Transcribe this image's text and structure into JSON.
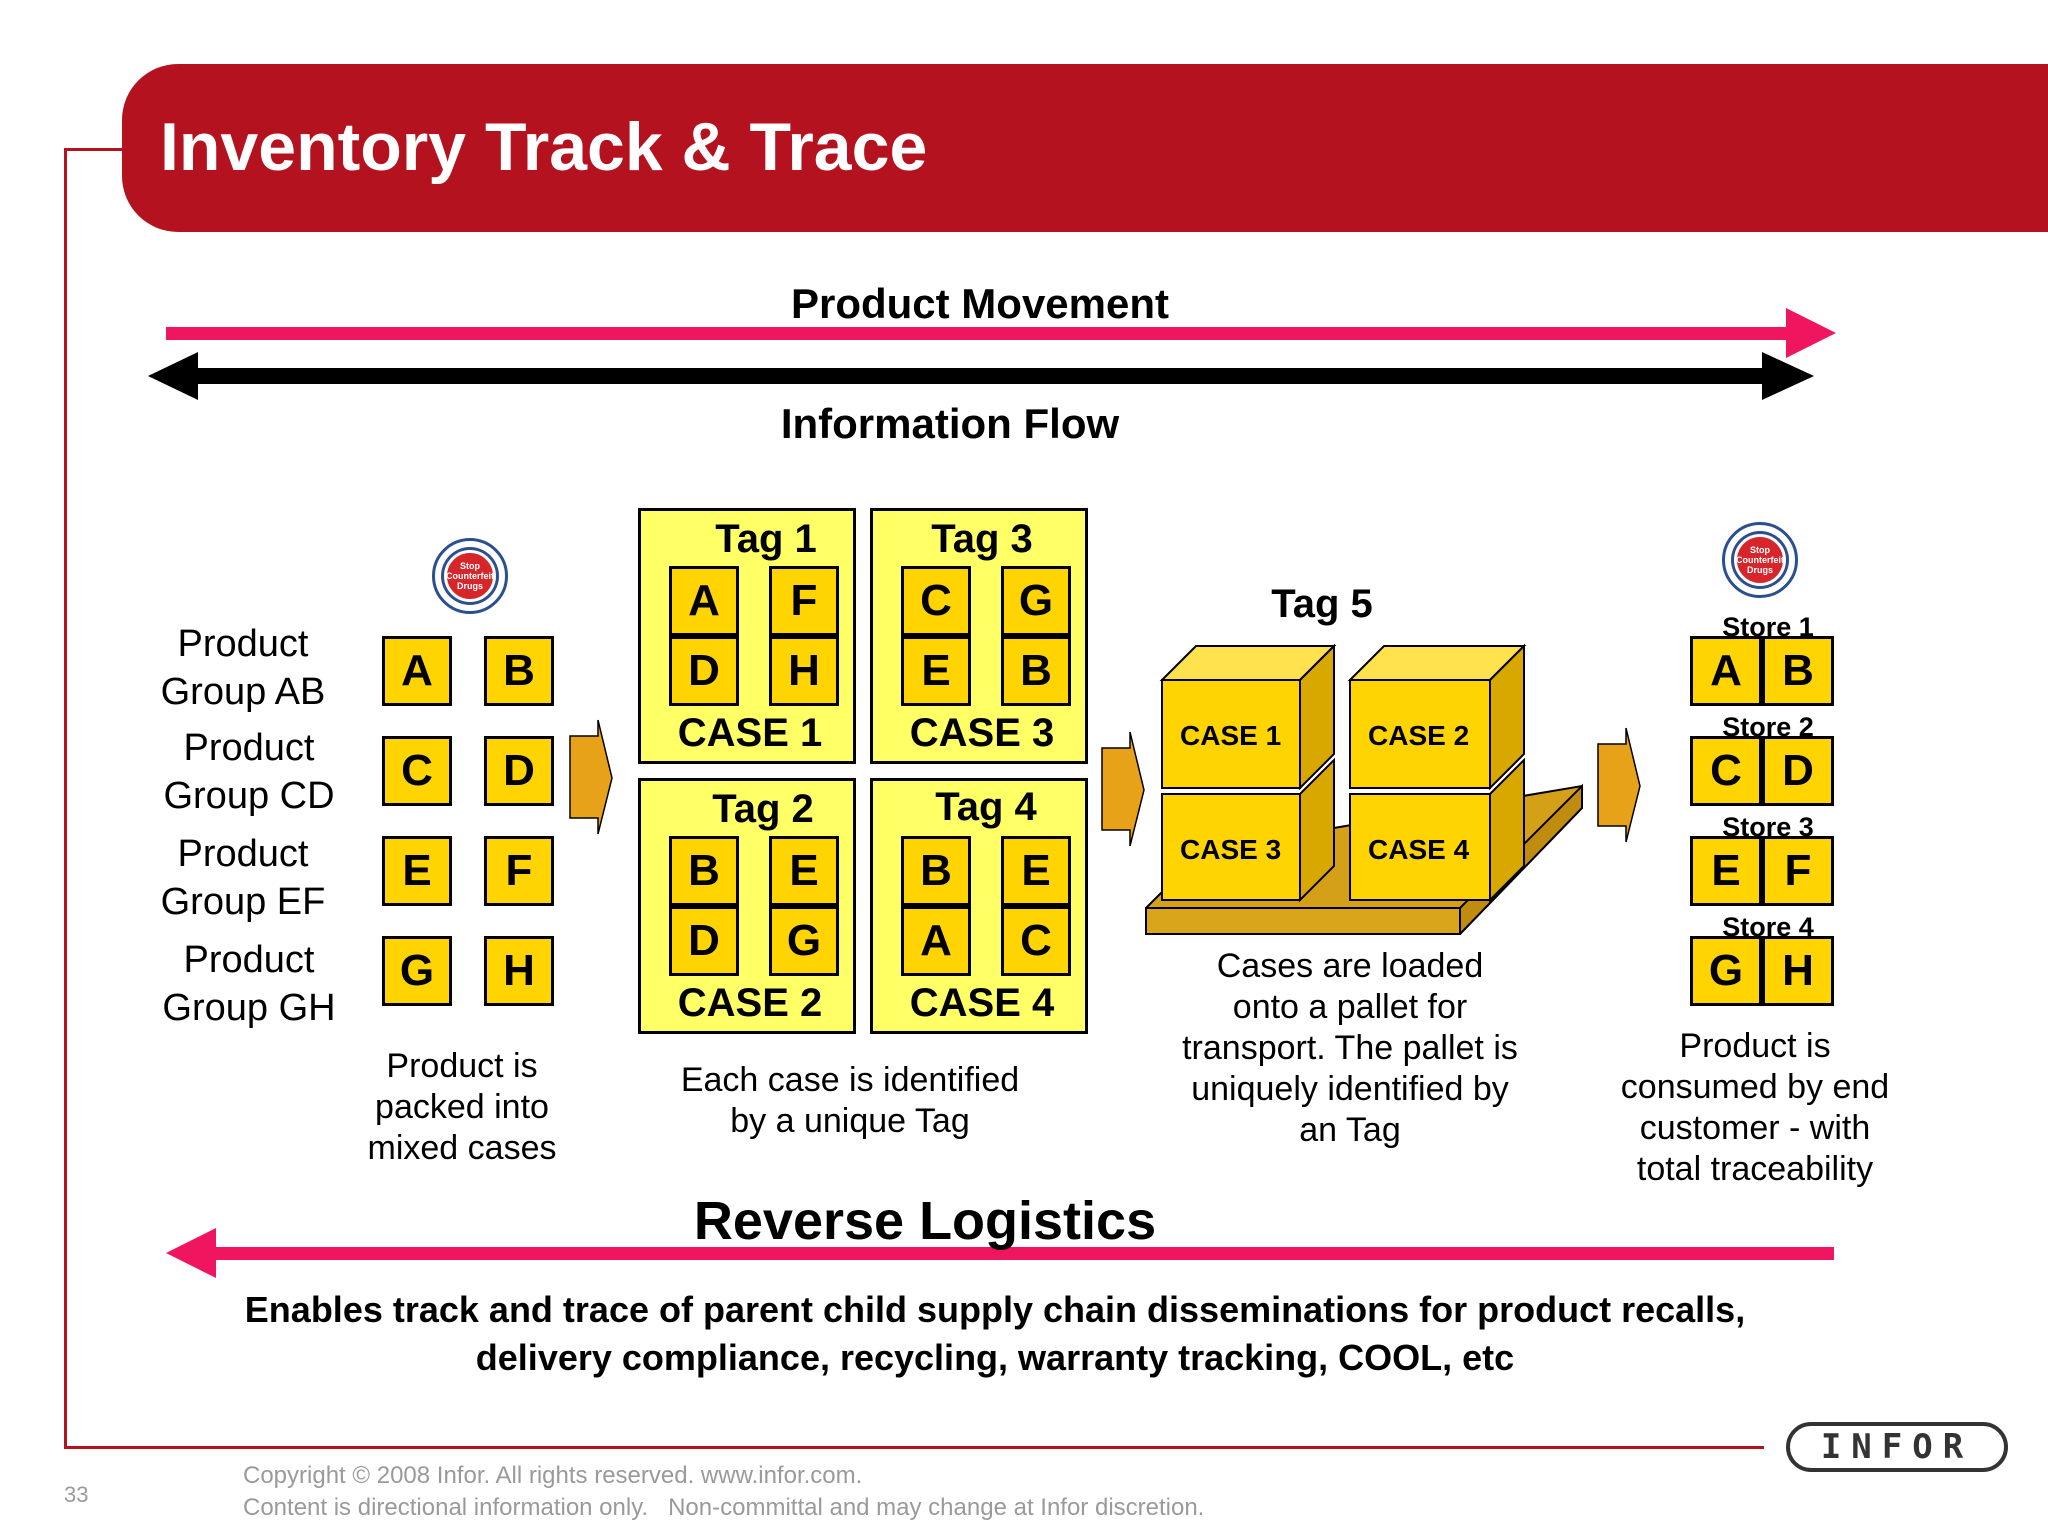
{
  "header": {
    "title": "Inventory Track & Trace"
  },
  "flow": {
    "product_movement": "Product Movement",
    "information_flow": "Information Flow",
    "reverse_logistics": "Reverse Logistics"
  },
  "product_groups": [
    {
      "label_line1": "Product",
      "label_line2": "Group AB",
      "items": [
        "A",
        "B"
      ]
    },
    {
      "label_line1": "Product",
      "label_line2": "Group CD",
      "items": [
        "C",
        "D"
      ]
    },
    {
      "label_line1": "Product",
      "label_line2": "Group EF",
      "items": [
        "E",
        "F"
      ]
    },
    {
      "label_line1": "Product",
      "label_line2": "Group GH",
      "items": [
        "G",
        "H"
      ]
    }
  ],
  "tags": [
    {
      "tag": "Tag 1",
      "items": [
        "A",
        "F",
        "D",
        "H"
      ],
      "case": "CASE 1"
    },
    {
      "tag": "Tag 3",
      "items": [
        "C",
        "G",
        "E",
        "B"
      ],
      "case": "CASE 3"
    },
    {
      "tag": "Tag 2",
      "items": [
        "B",
        "E",
        "D",
        "G"
      ],
      "case": "CASE 2"
    },
    {
      "tag": "Tag 4",
      "items": [
        "B",
        "E",
        "A",
        "C"
      ],
      "case": "CASE 4"
    }
  ],
  "pallet": {
    "tag": "Tag 5",
    "cases": [
      "CASE 1",
      "CASE 2",
      "CASE 3",
      "CASE 4"
    ]
  },
  "stores": [
    {
      "label": "Store 1",
      "items": [
        "A",
        "B"
      ]
    },
    {
      "label": "Store 2",
      "items": [
        "C",
        "D"
      ]
    },
    {
      "label": "Store 3",
      "items": [
        "E",
        "F"
      ]
    },
    {
      "label": "Store 4",
      "items": [
        "G",
        "H"
      ]
    }
  ],
  "captions": {
    "packed": [
      "Product is",
      "packed into",
      "mixed cases"
    ],
    "identified": [
      "Each case is identified",
      "by a unique Tag"
    ],
    "pallet": [
      "Cases are loaded",
      "onto a pallet for",
      "transport. The pallet is",
      "uniquely identified by",
      "an Tag"
    ],
    "consumed": [
      "Product is",
      "consumed by end",
      "customer - with",
      "total traceability"
    ]
  },
  "summary": {
    "line1": "Enables track and trace of parent child supply chain disseminations for product recalls,",
    "line2": "delivery compliance, recycling, warranty tracking, COOL, etc"
  },
  "badge_text": [
    "Stop",
    "Counterfeit",
    "Drugs"
  ],
  "footer": {
    "copyright": "Copyright © 2008 Infor. All rights reserved. www.infor.com.",
    "disclaimer": "Content is directional information only.   Non-committal and may change at Infor discretion.",
    "page_number": "33",
    "logo": "INFOR"
  },
  "colors": {
    "brand_red": "#b3121e",
    "arrow_pink": "#f0155f",
    "yellow": "#ffd400",
    "light_yellow": "#ffff66",
    "orange_arrow": "#e8a21a"
  }
}
